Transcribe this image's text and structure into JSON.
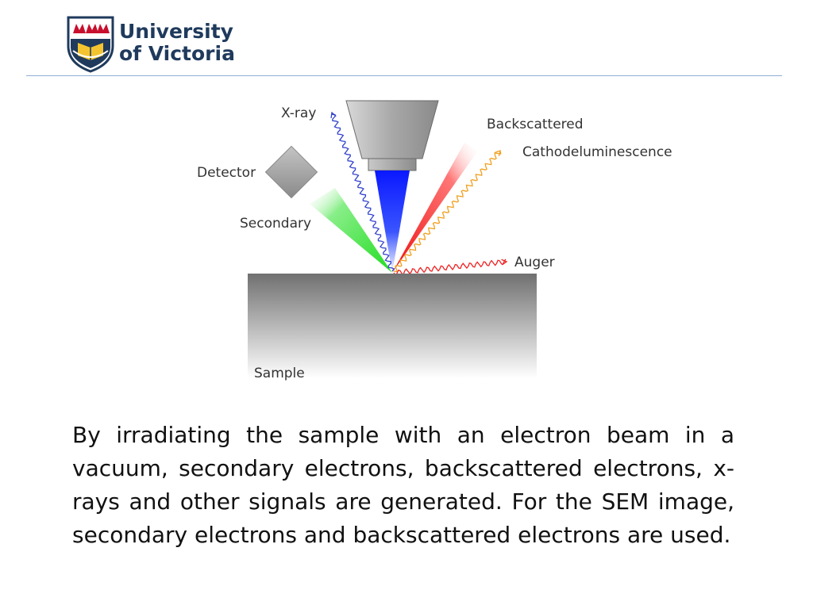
{
  "header": {
    "logo_line1": "University",
    "logo_line2": "of Victoria",
    "logo_icon": "shield-crest-icon"
  },
  "diagram": {
    "labels": {
      "xray": "X-ray",
      "backscattered": "Backscattered",
      "cathodoluminescence": "Cathodeluminescence",
      "detector": "Detector",
      "secondary": "Secondary",
      "auger": "Auger",
      "sample": "Sample"
    },
    "colors": {
      "beam": "#1a2bff",
      "secondary": "#22cc22",
      "backscattered": "#ee2222",
      "xray": "#3344cc",
      "cathodoluminescence": "#f0a020",
      "auger": "#ee2222",
      "column": "#9a9a9a",
      "sample": "#7a7a7a"
    }
  },
  "caption": {
    "text": "By irradiating the sample with an electron beam in a vacuum, secondary electrons, backscattered electrons, x-rays and other signals are generated. For the SEM image, secondary electrons and backscattered electrons are used."
  }
}
